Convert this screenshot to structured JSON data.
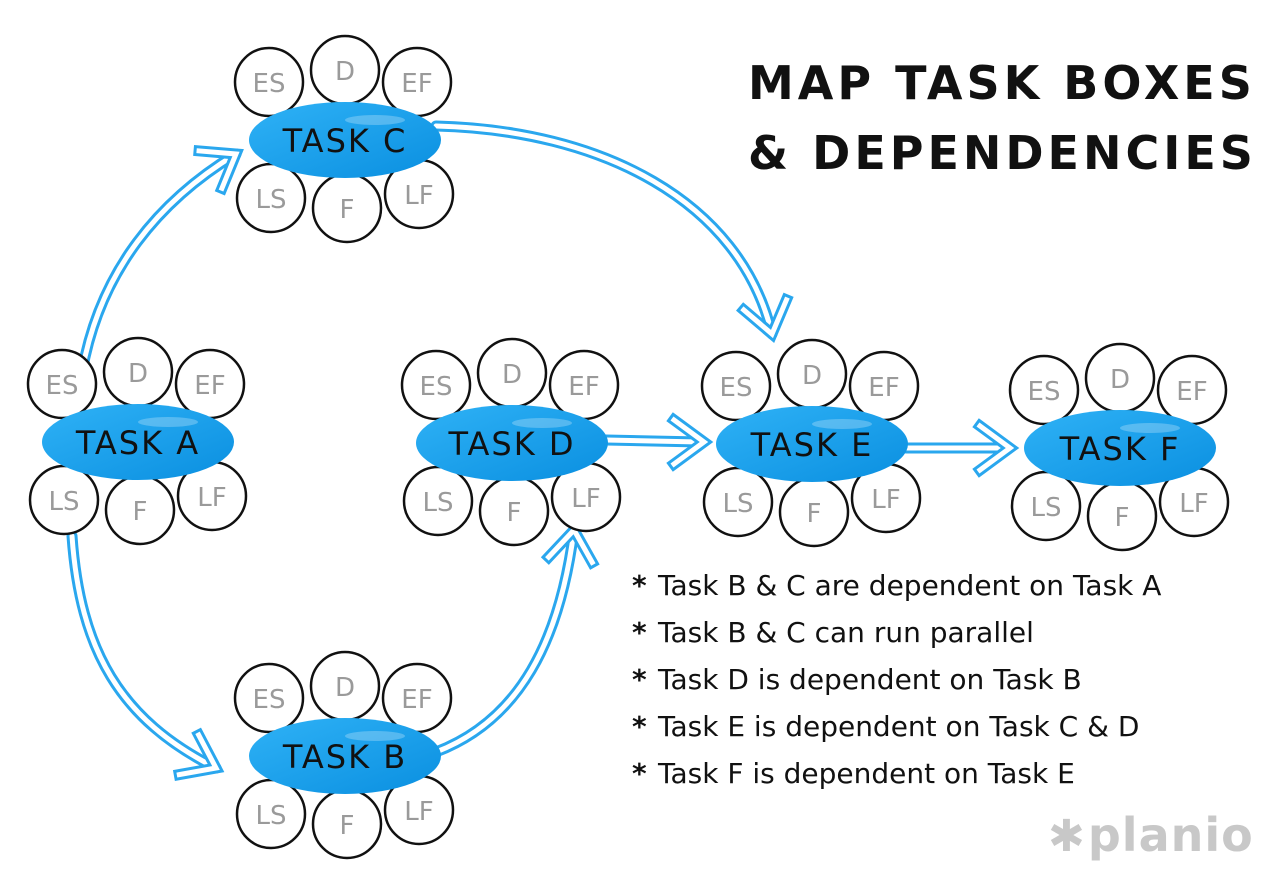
{
  "title": {
    "line1": "MAP TASK BOXES",
    "line2": "& DEPENDENCIES"
  },
  "colors": {
    "accent": "#1aa0ec",
    "arrow": "#2aa7ee",
    "ink": "#111111",
    "muted": "#9a9a9a",
    "brand": "#c8c8c8"
  },
  "circle_labels": {
    "es": "ES",
    "d": "D",
    "ef": "EF",
    "ls": "LS",
    "f": "F",
    "lf": "LF"
  },
  "tasks": [
    {
      "id": "a",
      "label": "TASK A"
    },
    {
      "id": "b",
      "label": "TASK B"
    },
    {
      "id": "c",
      "label": "TASK C"
    },
    {
      "id": "d",
      "label": "TASK D"
    },
    {
      "id": "e",
      "label": "TASK E"
    },
    {
      "id": "f",
      "label": "TASK F"
    }
  ],
  "dependencies": [
    {
      "from": "a",
      "to": "c"
    },
    {
      "from": "a",
      "to": "b"
    },
    {
      "from": "b",
      "to": "d"
    },
    {
      "from": "c",
      "to": "e"
    },
    {
      "from": "d",
      "to": "e"
    },
    {
      "from": "e",
      "to": "f"
    }
  ],
  "notes": [
    "Task B & C are dependent on Task A",
    "Task B & C can run parallel",
    "Task D is dependent on Task B",
    "Task E is dependent on Task C & D",
    "Task F is dependent on Task E"
  ],
  "note_bullet": "*",
  "brand": {
    "mark": "✱",
    "name": "planio"
  }
}
